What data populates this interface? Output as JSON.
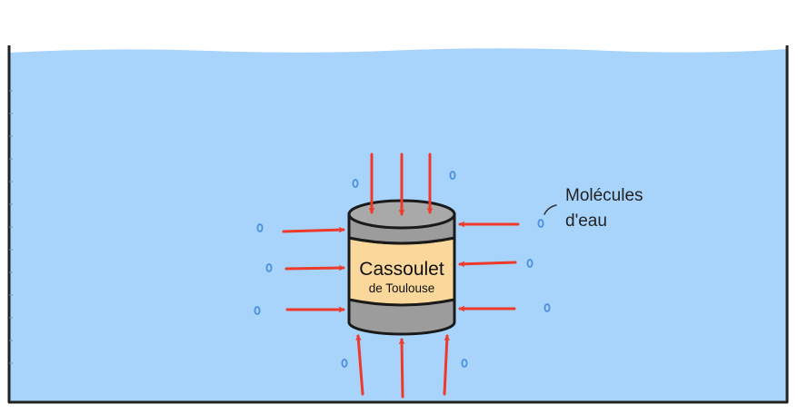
{
  "can": {
    "title": "Cassoulet",
    "subtitle": "de Toulouse"
  },
  "annotation": {
    "line1": "Molécules",
    "line2": "d'eau"
  },
  "colors": {
    "water": "#a8d4fb",
    "container_outline": "#222222",
    "arrow": "#ee3a2a",
    "droplet": "#4a8fe0",
    "can_body": "#fad79a",
    "can_metal": "#9c9c9c",
    "can_lid": "#a9a9a9"
  }
}
